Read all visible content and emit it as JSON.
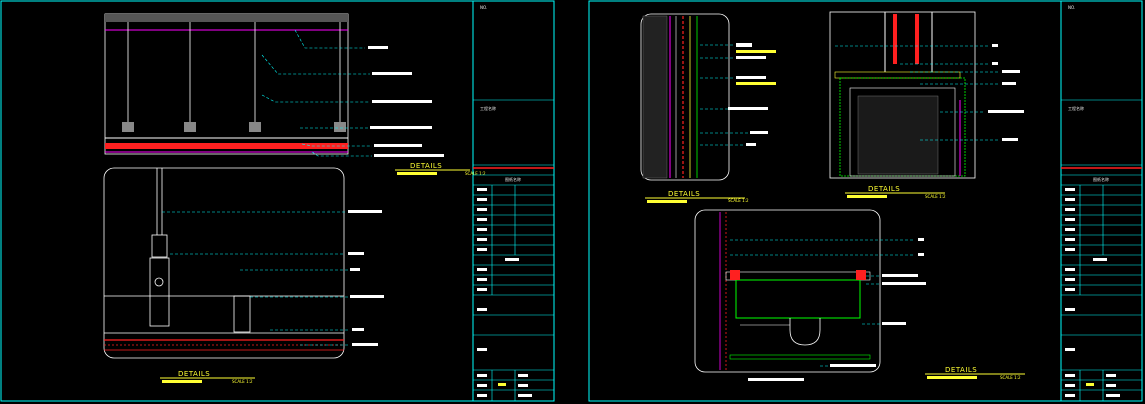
{
  "colors": {
    "frame": "#00ffff",
    "outline": "#ffffff",
    "leader": "#00ffff",
    "title": "#ffff33",
    "finish_red": "#ff2020",
    "magenta": "#ff00ff",
    "green": "#00ff00"
  },
  "sheet_left": {
    "detail_title": "DETAILS",
    "detail_scale": "SCALE 1:2",
    "title_block_label": "工程名称",
    "title_block_sub": "图纸名称",
    "stamp": "NO."
  },
  "sheet_right": {
    "detail_a_title": "DETAILS",
    "detail_a_scale": "SCALE 1:2",
    "detail_b_title": "DETAILS",
    "detail_b_scale": "SCALE 1:2",
    "detail_c_title": "DETAILS",
    "detail_c_scale": "SCALE 1:2",
    "title_block_label": "工程名称",
    "title_block_sub": "图纸名称",
    "stamp": "NO."
  }
}
